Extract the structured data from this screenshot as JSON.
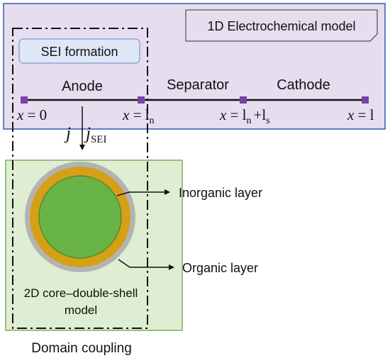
{
  "colors": {
    "model_1d_fill": "#e6ddef",
    "model_1d_border": "#3a55b4",
    "model_2d_fill": "#dfeed2",
    "model_2d_border": "#7fae5a",
    "sei_box_fill": "#dfe7f7",
    "sei_box_border": "#7d96c9",
    "node": "#7b3fa8",
    "outer_shell": "#b3b3b3",
    "inner_shell": "#d4a017",
    "core": "#67b346"
  },
  "model_1d": {
    "title": "1D Electrochemical model"
  },
  "sei_formation": {
    "label": "SEI formation"
  },
  "regions": {
    "anode": "Anode",
    "separator": "Separator",
    "cathode": "Cathode"
  },
  "positions": {
    "x0": {
      "var": "x",
      "eq": " = ",
      "val": "0"
    },
    "x_ln": {
      "var": "x",
      "eq": " = ",
      "val": "l",
      "sub": "n"
    },
    "x_lnls": {
      "var": "x",
      "eq": " = ",
      "val1": "l",
      "sub1": "n",
      "plus": "+",
      "val2": "l",
      "sub2": "s"
    },
    "x_l": {
      "var": "x",
      "eq": " = ",
      "val": "l"
    }
  },
  "flux": {
    "j": "j",
    "j_sei": "j",
    "j_sei_sub": "SEI"
  },
  "layers": {
    "inorganic": "Inorganic layer",
    "organic": "Organic layer"
  },
  "model_2d": {
    "line1": "2D core–double-shell",
    "line2": "model"
  },
  "domain_coupling": {
    "label": "Domain coupling"
  }
}
